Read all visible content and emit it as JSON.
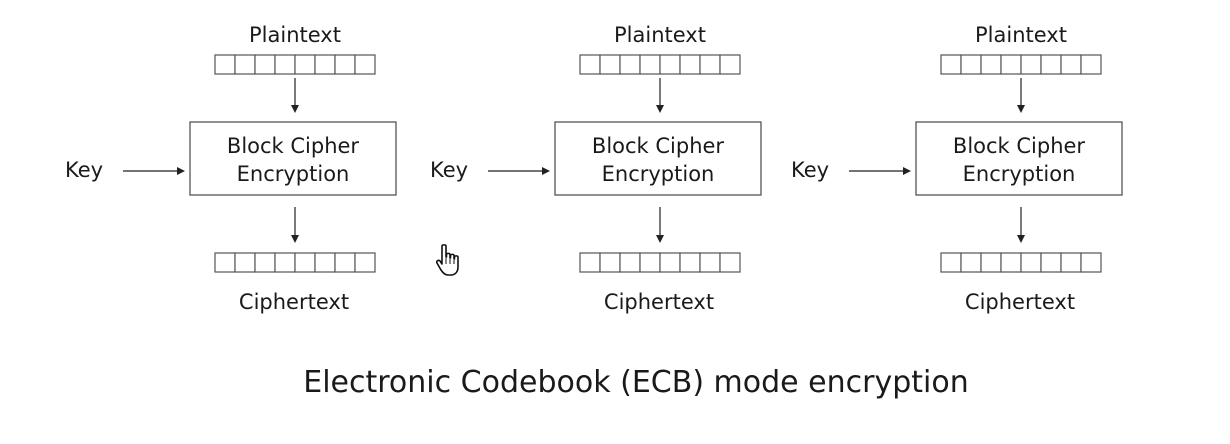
{
  "blocks": [
    {
      "plaintext": "Plaintext",
      "key": "Key",
      "cipher_line1": "Block Cipher",
      "cipher_line2": "Encryption",
      "ciphertext": "Ciphertext"
    },
    {
      "plaintext": "Plaintext",
      "key": "Key",
      "cipher_line1": "Block Cipher",
      "cipher_line2": "Encryption",
      "ciphertext": "Ciphertext"
    },
    {
      "plaintext": "Plaintext",
      "key": "Key",
      "cipher_line1": "Block Cipher",
      "cipher_line2": "Encryption",
      "ciphertext": "Ciphertext"
    }
  ],
  "caption": "Electronic Codebook (ECB) mode encryption",
  "cursor_icon": "hand-pointer-icon"
}
